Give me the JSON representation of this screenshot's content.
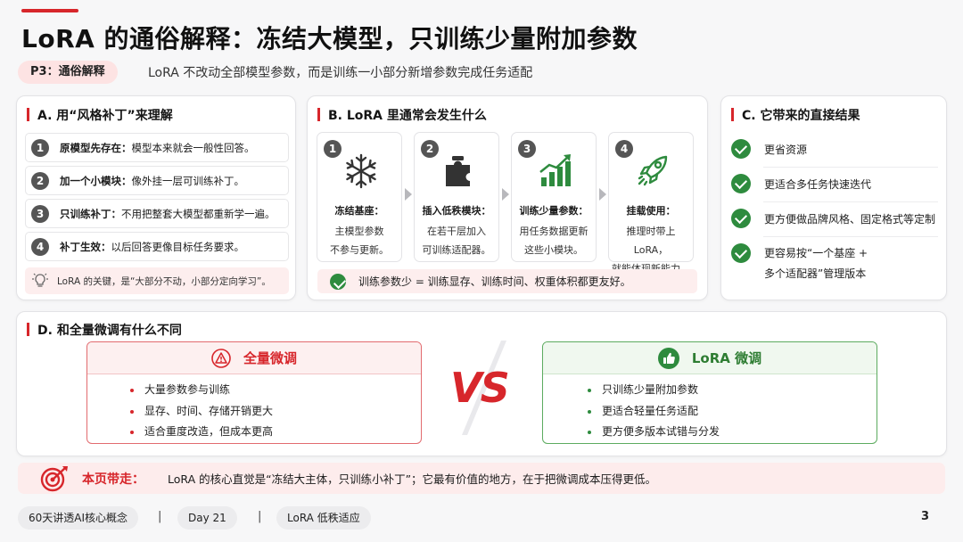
{
  "header": {
    "title": "LoRA 的通俗解释：冻结大模型，只训练少量附加参数",
    "page_tag": "P3：通俗解释",
    "subtitle": "LoRA 不改动全部模型参数，而是训练一小部分新增参数完成任务适配"
  },
  "section_a": {
    "heading": "A. 用“风格补丁”来理解",
    "rows": [
      {
        "num": "1",
        "bold": "原模型先存在：",
        "text": "模型本来就会一般性回答。"
      },
      {
        "num": "2",
        "bold": "加一个小模块：",
        "text": "像外挂一层可训练补丁。"
      },
      {
        "num": "3",
        "bold": "只训练补丁：",
        "text": "不用把整套大模型都重新学一遍。"
      },
      {
        "num": "4",
        "bold": "补丁生效：",
        "text": "以后回答更像目标任务要求。"
      }
    ],
    "tip": "LoRA 的关键，是“大部分不动，小部分定向学习”。"
  },
  "section_b": {
    "heading": "B. LoRA 里通常会发生什么",
    "steps": [
      {
        "num": "1",
        "title": "冻结基座：",
        "line1": "主模型参数",
        "line2": "不参与更新。"
      },
      {
        "num": "2",
        "title": "插入低秩模块：",
        "line1": "在若干层加入",
        "line2": "可训练适配器。"
      },
      {
        "num": "3",
        "title": "训练少量参数：",
        "line1": "用任务数据更新",
        "line2": "这些小模块。"
      },
      {
        "num": "4",
        "title": "挂载使用：",
        "line1": "推理时带上 LoRA，",
        "line2": "就能体现新能力。"
      }
    ],
    "tip": "训练参数少 = 训练显存、训练时间、权重体积都更友好。"
  },
  "section_c": {
    "heading": "C. 它带来的直接结果",
    "items": [
      {
        "line1": "更省资源",
        "line2": ""
      },
      {
        "line1": "更适合多任务快速迭代",
        "line2": ""
      },
      {
        "line1": "更方便做品牌风格、固定格式等定制",
        "line2": ""
      },
      {
        "line1": "更容易按“一个基座 +",
        "line2": "多个适配器”管理版本"
      }
    ]
  },
  "section_d": {
    "heading": "D. 和全量微调有什么不同",
    "full": {
      "title": "全量微调",
      "points": [
        "大量参数参与训练",
        "显存、时间、存储开销更大",
        "适合重度改造，但成本更高"
      ]
    },
    "vs": "VS",
    "lora": {
      "title": "LoRA 微调",
      "points": [
        "只训练少量附加参数",
        "更适合轻量任务适配",
        "更方便多版本试错与分发"
      ]
    }
  },
  "takeaway": {
    "label": "本页带走：",
    "text": "LoRA 的核心直觉是“冻结大主体，只训练小补丁”；它最有价值的地方，在于把微调成本压得更低。"
  },
  "footer": {
    "series": "60天讲透AI核心概念",
    "sep": "|",
    "day": "Day 21",
    "topic": "LoRA 低秩适应",
    "page": "3"
  },
  "colors": {
    "accent_red": "#d7262b",
    "accent_green": "#2e8b3e",
    "tip_bg": "#fdeeee"
  },
  "icons": [
    "snowflake-icon",
    "puzzle-icon",
    "growth-chart-icon",
    "rocket-icon",
    "lightbulb-icon",
    "warning-icon",
    "thumbs-up-icon",
    "target-icon",
    "check-icon"
  ]
}
